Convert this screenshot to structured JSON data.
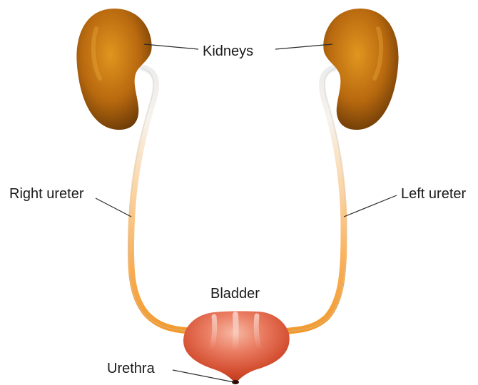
{
  "labels": {
    "kidneys": "Kidneys",
    "right_ureter": "Right ureter",
    "left_ureter": "Left ureter",
    "bladder": "Bladder",
    "urethra": "Urethra"
  },
  "colors": {
    "kidney_light": "#d98a1c",
    "kidney_dark": "#6b3a06",
    "ureter_top": "#f2f2f2",
    "ureter_bottom": "#f5a23a",
    "bladder_light": "#f09a86",
    "bladder_dark": "#c23b1f",
    "urethra_tip": "#2a0a05"
  }
}
